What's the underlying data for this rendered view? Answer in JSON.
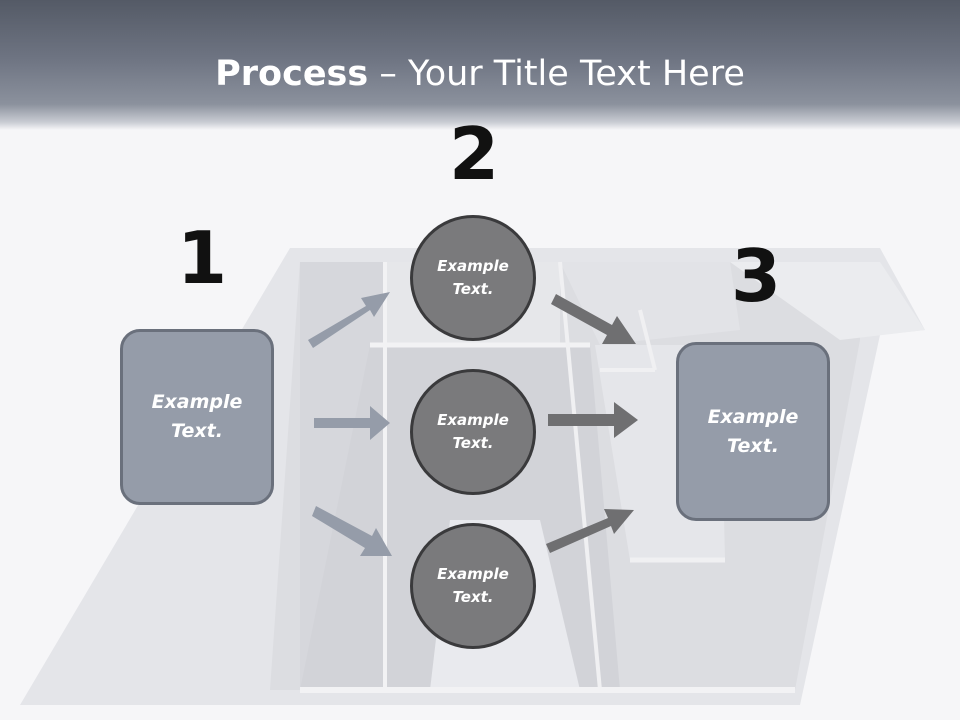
{
  "header": {
    "title_bold": "Process",
    "title_rest": " – Your Title Text Here"
  },
  "steps": {
    "step1": "1",
    "step2": "2",
    "step3": "3"
  },
  "boxes": {
    "left": "Example\nText.",
    "right": "Example\nText."
  },
  "circles": {
    "top": "Example\nText.",
    "middle": "Example\nText.",
    "bottom": "Example\nText."
  },
  "colors": {
    "box_fill": "#959ca9",
    "circle_fill": "#7a7a7c",
    "left_arrows": "#959ca9",
    "right_arrows": "#6f6f71"
  }
}
